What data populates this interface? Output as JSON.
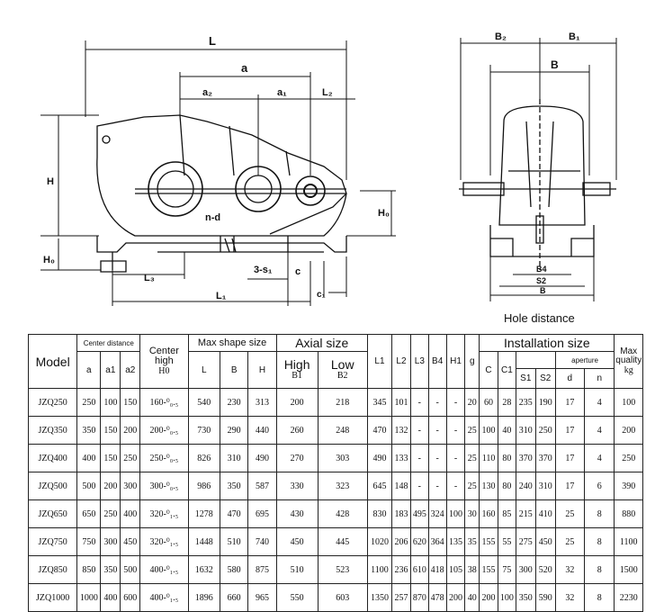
{
  "drawing": {
    "labels": {
      "L": "L",
      "a": "a",
      "a2": "a₂",
      "a1": "a₁",
      "L2": "L₂",
      "H": "H",
      "H0_left": "H₀",
      "H0_right": "H₀",
      "nd": "n-d",
      "L3": "L₃",
      "s1": "3-s₁",
      "c": "c",
      "L1": "L₁",
      "c1": "c₁",
      "B2": "B₂",
      "B1": "B₁",
      "B": "B",
      "B4": "B4",
      "S2": "S2",
      "B_bottom": "B"
    },
    "caption": "Hole distance"
  },
  "table": {
    "headers": {
      "model": "Model",
      "center_distance": "Center distance",
      "a": "a",
      "a1": "a1",
      "a2": "a2",
      "center_high_top": "Center",
      "center_high_mid": "high",
      "center_high_sub": "H0",
      "max_shape": "Max shape size",
      "L": "L",
      "B": "B",
      "H": "H",
      "axial": "Axial size",
      "high": "High",
      "high_sub": "B1",
      "low": "Low",
      "low_sub": "B2",
      "L1": "L1",
      "L2": "L2",
      "L3": "L3",
      "B4": "B4",
      "H1": "H1",
      "g": "g",
      "installation": "Installation size",
      "C": "C",
      "C1": "C1",
      "aperture": "aperture",
      "S1": "S1",
      "S2": "S2",
      "d": "d",
      "n": "n",
      "max_quality_top": "Max",
      "max_quality_mid": "quality",
      "max_quality_unit": "kg"
    },
    "rows": [
      [
        "JZQ250",
        "250",
        "100",
        "150",
        "160-⁰₀.₅",
        "540",
        "230",
        "313",
        "200",
        "218",
        "345",
        "101",
        "-",
        "-",
        "-",
        "20",
        "60",
        "28",
        "235",
        "190",
        "17",
        "4",
        "100"
      ],
      [
        "JZQ350",
        "350",
        "150",
        "200",
        "200-⁰₀.₅",
        "730",
        "290",
        "440",
        "260",
        "248",
        "470",
        "132",
        "-",
        "-",
        "-",
        "25",
        "100",
        "40",
        "310",
        "250",
        "17",
        "4",
        "200"
      ],
      [
        "JZQ400",
        "400",
        "150",
        "250",
        "250-⁰₀.₅",
        "826",
        "310",
        "490",
        "270",
        "303",
        "490",
        "133",
        "-",
        "-",
        "-",
        "25",
        "110",
        "80",
        "370",
        "370",
        "17",
        "4",
        "250"
      ],
      [
        "JZQ500",
        "500",
        "200",
        "300",
        "300-⁰₀.₅",
        "986",
        "350",
        "587",
        "330",
        "323",
        "645",
        "148",
        "-",
        "-",
        "-",
        "25",
        "130",
        "80",
        "240",
        "310",
        "17",
        "6",
        "390"
      ],
      [
        "JZQ650",
        "650",
        "250",
        "400",
        "320-⁰₁.₅",
        "1278",
        "470",
        "695",
        "430",
        "428",
        "830",
        "183",
        "495",
        "324",
        "100",
        "30",
        "160",
        "85",
        "215",
        "410",
        "25",
        "8",
        "880"
      ],
      [
        "JZQ750",
        "750",
        "300",
        "450",
        "320-⁰₁.₅",
        "1448",
        "510",
        "740",
        "450",
        "445",
        "1020",
        "206",
        "620",
        "364",
        "135",
        "35",
        "155",
        "55",
        "275",
        "450",
        "25",
        "8",
        "1100"
      ],
      [
        "JZQ850",
        "850",
        "350",
        "500",
        "400-⁰₁.₅",
        "1632",
        "580",
        "875",
        "510",
        "523",
        "1100",
        "236",
        "610",
        "418",
        "105",
        "38",
        "155",
        "75",
        "300",
        "520",
        "32",
        "8",
        "1500"
      ],
      [
        "JZQ1000",
        "1000",
        "400",
        "600",
        "400-⁰₁.₅",
        "1896",
        "660",
        "965",
        "550",
        "603",
        "1350",
        "257",
        "870",
        "478",
        "200",
        "40",
        "200",
        "100",
        "350",
        "590",
        "32",
        "8",
        "2230"
      ]
    ]
  }
}
